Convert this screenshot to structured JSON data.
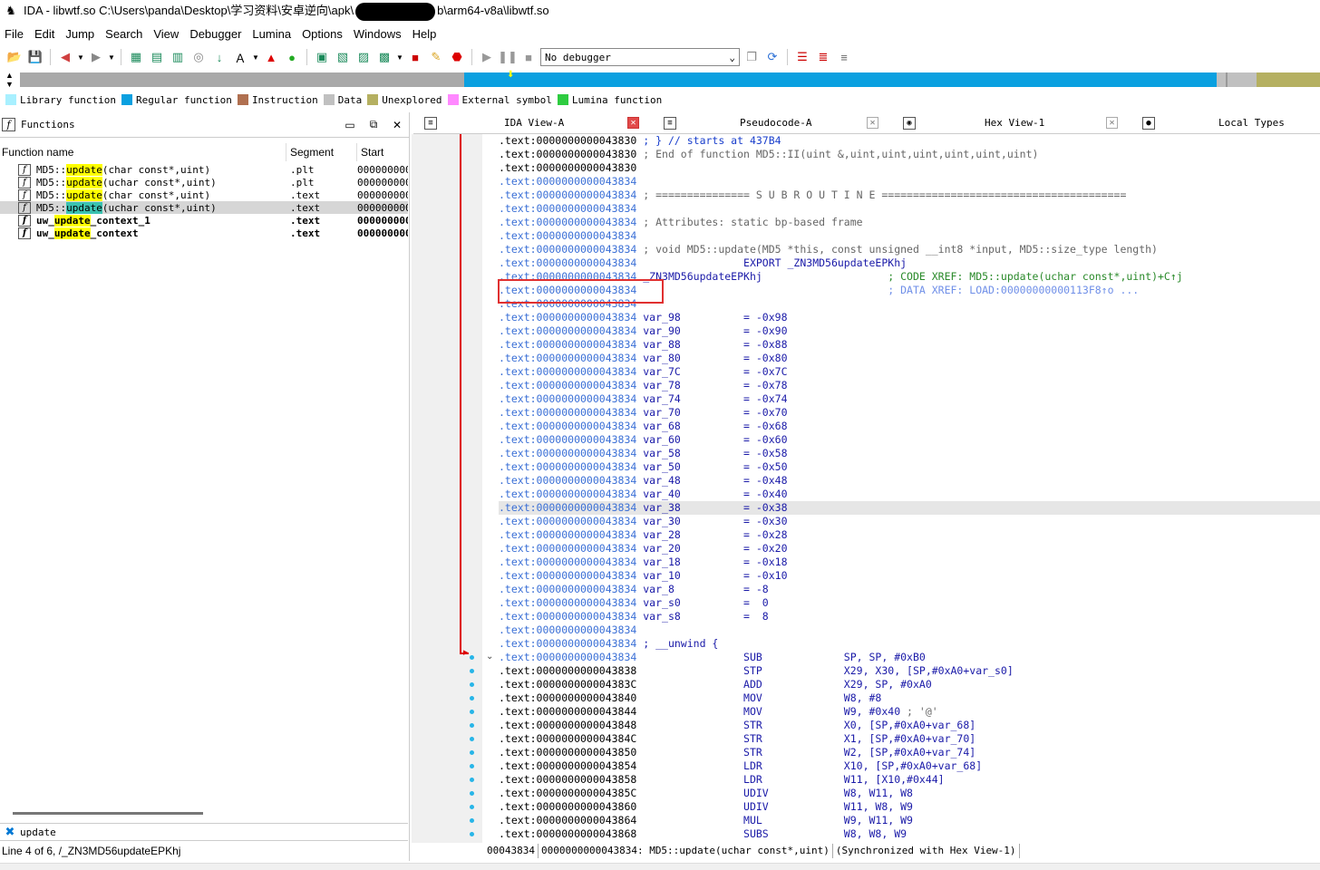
{
  "window": {
    "title_prefix": "IDA - libwtf.so C:\\Users\\panda\\Desktop\\学习资料\\安卓逆向\\apk\\",
    "title_suffix": "b\\arm64-v8a\\libwtf.so"
  },
  "menu": [
    {
      "label": "File"
    },
    {
      "label": "Edit"
    },
    {
      "label": "Jump"
    },
    {
      "label": "Search"
    },
    {
      "label": "View"
    },
    {
      "label": "Debugger"
    },
    {
      "label": "Lumina"
    },
    {
      "label": "Options"
    },
    {
      "label": "Windows"
    },
    {
      "label": "Help"
    }
  ],
  "toolbar": {
    "debugger_select": "No debugger"
  },
  "legend": [
    {
      "label": "Library function",
      "color": "#a8f0ff"
    },
    {
      "label": "Regular function",
      "color": "#0aa0e0"
    },
    {
      "label": "Instruction",
      "color": "#b07050"
    },
    {
      "label": "Data",
      "color": "#c0c0c0"
    },
    {
      "label": "Unexplored",
      "color": "#b5b061"
    },
    {
      "label": "External symbol",
      "color": "#ff88ff"
    },
    {
      "label": "Lumina function",
      "color": "#2ecc40"
    }
  ],
  "functions_panel": {
    "title": "Functions",
    "columns": [
      "Function name",
      "Segment",
      "Start"
    ],
    "rows": [
      {
        "pre": "MD5::",
        "hit": "update",
        "post": "(char const*,uint)",
        "segment": ".plt",
        "start": "000000000",
        "bold": false,
        "selected": false
      },
      {
        "pre": "MD5::",
        "hit": "update",
        "post": "(uchar const*,uint)",
        "segment": ".plt",
        "start": "000000000",
        "bold": false,
        "selected": false
      },
      {
        "pre": "MD5::",
        "hit": "update",
        "post": "(char const*,uint)",
        "segment": ".text",
        "start": "000000000",
        "bold": false,
        "selected": false
      },
      {
        "pre": "MD5::",
        "hit": "update",
        "post": "(uchar const*,uint)",
        "segment": ".text",
        "start": "000000000",
        "bold": false,
        "selected": true
      },
      {
        "pre": "uw_",
        "hit": "update",
        "post": "_context_1",
        "segment": ".text",
        "start": "000000000",
        "bold": true,
        "selected": false
      },
      {
        "pre": "uw_",
        "hit": "update",
        "post": "_context",
        "segment": ".text",
        "start": "000000000",
        "bold": true,
        "selected": false
      }
    ],
    "search_value": "update",
    "status": "Line 4 of 6, /_ZN3MD56updateEPKhj"
  },
  "tabs": [
    {
      "label": "IDA View-A",
      "active": true
    },
    {
      "label": "Pseudocode-A",
      "active": false
    },
    {
      "label": "Hex View-1",
      "active": false
    },
    {
      "label": "Local Types",
      "active": false
    }
  ],
  "disasm_lines": [
    {
      "addr": ".text:0000000000043830",
      "blue": false,
      "parts": [
        {
          "t": " ; } // starts at 437B4",
          "c": "c-blue"
        }
      ]
    },
    {
      "addr": ".text:0000000000043830",
      "blue": false,
      "parts": [
        {
          "t": " ; End of function MD5::II(uint &,uint,uint,uint,uint,uint,uint)",
          "c": "c-cmt"
        }
      ]
    },
    {
      "addr": ".text:0000000000043830",
      "blue": false,
      "parts": []
    },
    {
      "addr": ".text:0000000000043834",
      "blue": true,
      "parts": []
    },
    {
      "addr": ".text:0000000000043834",
      "blue": true,
      "parts": [
        {
          "t": " ; =============== S U B R O U T I N E =======================================",
          "c": "c-cmt"
        }
      ]
    },
    {
      "addr": ".text:0000000000043834",
      "blue": true,
      "parts": []
    },
    {
      "addr": ".text:0000000000043834",
      "blue": true,
      "parts": [
        {
          "t": " ; Attributes: static bp-based frame",
          "c": "c-cmt"
        }
      ]
    },
    {
      "addr": ".text:0000000000043834",
      "blue": true,
      "parts": []
    },
    {
      "addr": ".text:0000000000043834",
      "blue": true,
      "parts": [
        {
          "t": " ; void MD5::update(MD5 *this, const unsigned __int8 *input, MD5::size_type length)",
          "c": "c-cmt"
        }
      ]
    },
    {
      "addr": ".text:0000000000043834",
      "blue": true,
      "parts": [
        {
          "t": "                 EXPORT _ZN3MD56updateEPKhj",
          "c": "c-navy"
        }
      ]
    },
    {
      "addr": ".text:0000000000043834",
      "blue": true,
      "parts": [
        {
          "t": " _ZN3MD56updateEPKhj",
          "c": "c-navy"
        },
        {
          "t": "                    ; CODE XREF: MD5::update(uchar const*,uint)+C↑j",
          "c": "c-green"
        }
      ]
    },
    {
      "addr": ".text:0000000000043834",
      "blue": true,
      "parts": [
        {
          "t": "                                        ; DATA XREF: LOAD:00000000000113F8↑o ...",
          "c": "c-lightblue"
        }
      ]
    },
    {
      "addr": ".text:0000000000043834",
      "blue": true,
      "parts": []
    },
    {
      "addr": ".text:0000000000043834",
      "blue": true,
      "parts": [
        {
          "t": " var_98          = -0x98",
          "c": "c-navy"
        }
      ]
    },
    {
      "addr": ".text:0000000000043834",
      "blue": true,
      "parts": [
        {
          "t": " var_90          = -0x90",
          "c": "c-navy"
        }
      ]
    },
    {
      "addr": ".text:0000000000043834",
      "blue": true,
      "parts": [
        {
          "t": " var_88          = -0x88",
          "c": "c-navy"
        }
      ]
    },
    {
      "addr": ".text:0000000000043834",
      "blue": true,
      "parts": [
        {
          "t": " var_80          = -0x80",
          "c": "c-navy"
        }
      ]
    },
    {
      "addr": ".text:0000000000043834",
      "blue": true,
      "parts": [
        {
          "t": " var_7C          = -0x7C",
          "c": "c-navy"
        }
      ]
    },
    {
      "addr": ".text:0000000000043834",
      "blue": true,
      "parts": [
        {
          "t": " var_78          = -0x78",
          "c": "c-navy"
        }
      ]
    },
    {
      "addr": ".text:0000000000043834",
      "blue": true,
      "parts": [
        {
          "t": " var_74          = -0x74",
          "c": "c-navy"
        }
      ]
    },
    {
      "addr": ".text:0000000000043834",
      "blue": true,
      "parts": [
        {
          "t": " var_70          = -0x70",
          "c": "c-navy"
        }
      ]
    },
    {
      "addr": ".text:0000000000043834",
      "blue": true,
      "parts": [
        {
          "t": " var_68          = -0x68",
          "c": "c-navy"
        }
      ]
    },
    {
      "addr": ".text:0000000000043834",
      "blue": true,
      "parts": [
        {
          "t": " var_60          = -0x60",
          "c": "c-navy"
        }
      ]
    },
    {
      "addr": ".text:0000000000043834",
      "blue": true,
      "parts": [
        {
          "t": " var_58          = -0x58",
          "c": "c-navy"
        }
      ]
    },
    {
      "addr": ".text:0000000000043834",
      "blue": true,
      "parts": [
        {
          "t": " var_50          = -0x50",
          "c": "c-navy"
        }
      ]
    },
    {
      "addr": ".text:0000000000043834",
      "blue": true,
      "parts": [
        {
          "t": " var_48          = -0x48",
          "c": "c-navy"
        }
      ]
    },
    {
      "addr": ".text:0000000000043834",
      "blue": true,
      "parts": [
        {
          "t": " var_40          = -0x40",
          "c": "c-navy"
        }
      ]
    },
    {
      "addr": ".text:0000000000043834",
      "blue": true,
      "hl": true,
      "parts": [
        {
          "t": " var_38          = -0x38",
          "c": "c-navy"
        }
      ]
    },
    {
      "addr": ".text:0000000000043834",
      "blue": true,
      "parts": [
        {
          "t": " var_30          = -0x30",
          "c": "c-navy"
        }
      ]
    },
    {
      "addr": ".text:0000000000043834",
      "blue": true,
      "parts": [
        {
          "t": " var_28          = -0x28",
          "c": "c-navy"
        }
      ]
    },
    {
      "addr": ".text:0000000000043834",
      "blue": true,
      "parts": [
        {
          "t": " var_20          = -0x20",
          "c": "c-navy"
        }
      ]
    },
    {
      "addr": ".text:0000000000043834",
      "blue": true,
      "parts": [
        {
          "t": " var_18          = -0x18",
          "c": "c-navy"
        }
      ]
    },
    {
      "addr": ".text:0000000000043834",
      "blue": true,
      "parts": [
        {
          "t": " var_10          = -0x10",
          "c": "c-navy"
        }
      ]
    },
    {
      "addr": ".text:0000000000043834",
      "blue": true,
      "parts": [
        {
          "t": " var_8           = -8",
          "c": "c-navy"
        }
      ]
    },
    {
      "addr": ".text:0000000000043834",
      "blue": true,
      "parts": [
        {
          "t": " var_s0          =  0",
          "c": "c-navy"
        }
      ]
    },
    {
      "addr": ".text:0000000000043834",
      "blue": true,
      "parts": [
        {
          "t": " var_s8          =  8",
          "c": "c-navy"
        }
      ]
    },
    {
      "addr": ".text:0000000000043834",
      "blue": true,
      "parts": []
    },
    {
      "addr": ".text:0000000000043834",
      "blue": true,
      "parts": [
        {
          "t": " ; __unwind {",
          "c": "c-navy"
        }
      ]
    },
    {
      "addr": ".text:0000000000043834",
      "blue": true,
      "parts": [
        {
          "t": "                 SUB             SP, SP, #0xB0",
          "c": "c-navy"
        }
      ]
    },
    {
      "addr": ".text:0000000000043838",
      "blue": false,
      "parts": [
        {
          "t": "                 STP             X29, X30, [SP,#0xA0+var_s0]",
          "c": "c-navy"
        }
      ]
    },
    {
      "addr": ".text:000000000004383C",
      "blue": false,
      "parts": [
        {
          "t": "                 ADD             X29, SP, #0xA0",
          "c": "c-navy"
        }
      ]
    },
    {
      "addr": ".text:0000000000043840",
      "blue": false,
      "parts": [
        {
          "t": "                 MOV             W8, #8",
          "c": "c-navy"
        }
      ]
    },
    {
      "addr": ".text:0000000000043844",
      "blue": false,
      "parts": [
        {
          "t": "                 MOV             W9, #0x40 ",
          "c": "c-navy"
        },
        {
          "t": "; '@'",
          "c": "c-cmt"
        }
      ]
    },
    {
      "addr": ".text:0000000000043848",
      "blue": false,
      "parts": [
        {
          "t": "                 STR             X0, [SP,#0xA0+var_68]",
          "c": "c-navy"
        }
      ]
    },
    {
      "addr": ".text:000000000004384C",
      "blue": false,
      "parts": [
        {
          "t": "                 STR             X1, [SP,#0xA0+var_70]",
          "c": "c-navy"
        }
      ]
    },
    {
      "addr": ".text:0000000000043850",
      "blue": false,
      "parts": [
        {
          "t": "                 STR             W2, [SP,#0xA0+var_74]",
          "c": "c-navy"
        }
      ]
    },
    {
      "addr": ".text:0000000000043854",
      "blue": false,
      "parts": [
        {
          "t": "                 LDR             X10, [SP,#0xA0+var_68]",
          "c": "c-navy"
        }
      ]
    },
    {
      "addr": ".text:0000000000043858",
      "blue": false,
      "parts": [
        {
          "t": "                 LDR             W11, [X10,#0x44]",
          "c": "c-navy"
        }
      ]
    },
    {
      "addr": ".text:000000000004385C",
      "blue": false,
      "parts": [
        {
          "t": "                 UDIV            W8, W11, W8",
          "c": "c-navy"
        }
      ]
    },
    {
      "addr": ".text:0000000000043860",
      "blue": false,
      "parts": [
        {
          "t": "                 UDIV            W11, W8, W9",
          "c": "c-navy"
        }
      ]
    },
    {
      "addr": ".text:0000000000043864",
      "blue": false,
      "parts": [
        {
          "t": "                 MUL             W9, W11, W9",
          "c": "c-navy"
        }
      ]
    },
    {
      "addr": ".text:0000000000043868",
      "blue": false,
      "parts": [
        {
          "t": "                 SUBS            W8, W8, W9",
          "c": "c-navy"
        }
      ]
    }
  ],
  "disasm_status": {
    "offset": "00043834",
    "location": "0000000000043834: MD5::update(uchar const*,uint)",
    "sync": "(Synchronized with Hex View-1)"
  }
}
